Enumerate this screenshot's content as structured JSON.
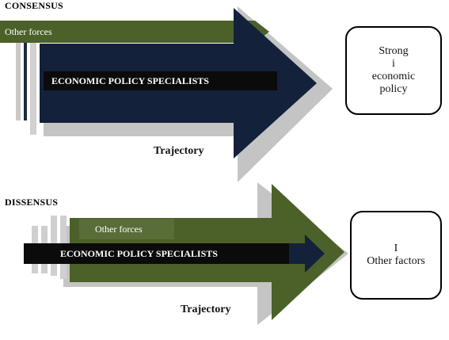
{
  "consensus": {
    "heading": "CONSENSUS",
    "other_forces": "Other forces",
    "specialists": "ECONOMIC POLICY SPECIALISTS",
    "trajectory": "Trajectory",
    "outcome_lines": [
      "Strong",
      "i",
      "economic",
      "policy"
    ]
  },
  "dissensus": {
    "heading": "DISSENSUS",
    "other_forces": "Other forces",
    "specialists": "ECONOMIC POLICY SPECIALISTS",
    "trajectory": "Trajectory",
    "outcome_lines": [
      "I",
      "Other factors"
    ]
  },
  "colors": {
    "navy": "#13213b",
    "green": "#4b6129",
    "grey": "#c4c4c4",
    "dark_band": "#0b0b0b"
  }
}
